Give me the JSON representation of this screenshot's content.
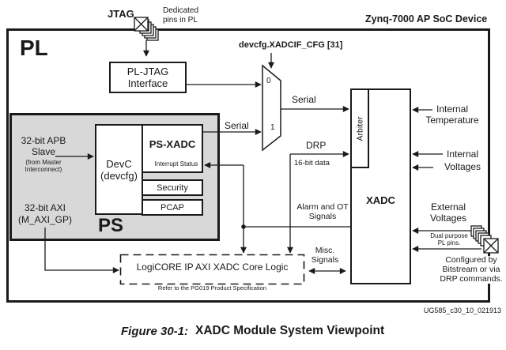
{
  "device_label": "Zynq-7000 AP SoC Device",
  "pl_label": "PL",
  "ps_label": "PS",
  "jtag": {
    "label": "JTAG",
    "note": [
      "Dedicated",
      "pins in PL"
    ]
  },
  "pljtag_box": {
    "lines": [
      "PL-JTAG",
      "Interface"
    ]
  },
  "mux": {
    "select_label": "devcfg.XADCIF_CFG [31]",
    "input0": "0",
    "input1": "1",
    "serial_out_label": "Serial",
    "serial_in_label": "Serial"
  },
  "ps_block": {
    "apb": {
      "lines": [
        "32-bit APB",
        "Slave"
      ],
      "sub": [
        "(from Master",
        "Interconnect)"
      ]
    },
    "devc": {
      "lines": [
        "DevC",
        "(devcfg)"
      ]
    },
    "ps_xadc": {
      "title": "PS-XADC",
      "status": "Interrupt Status"
    },
    "security": "Security",
    "pcap": "PCAP",
    "axi": {
      "lines": [
        "32-bit AXI",
        "(M_AXI_GP)"
      ]
    }
  },
  "signals": {
    "drp": {
      "title": "DRP",
      "sub": "16-bit data"
    },
    "alarm": {
      "lines": [
        "Alarm and OT",
        "Signals"
      ]
    },
    "misc": {
      "lines": [
        "Misc.",
        "Signals"
      ]
    }
  },
  "xadc": {
    "title": "XADC",
    "arbiter": "Arbiter"
  },
  "right_side": {
    "internal_temp": [
      "Internal",
      "Temperature"
    ],
    "internal_volt": [
      "Internal",
      "Voltages"
    ],
    "external_volt": [
      "External",
      "Voltages"
    ],
    "dual_purpose": [
      "Dual purpose",
      "PL pins."
    ],
    "configured": [
      "Configured by",
      "Bitstream or via",
      "DRP commands."
    ]
  },
  "logicore": {
    "title": "LogiCORE IP AXI XADC Core Logic",
    "note": "Refer to the PG019 Product Specification"
  },
  "footer": {
    "doc_ref": "UG585_c30_10_021913",
    "caption_prefix": "Figure 30-1:",
    "caption": "XADC Module System Viewpoint"
  },
  "colors": {
    "line": "#1a1a1a",
    "ps_fill": "#d8d8d8",
    "background": "#ffffff"
  }
}
